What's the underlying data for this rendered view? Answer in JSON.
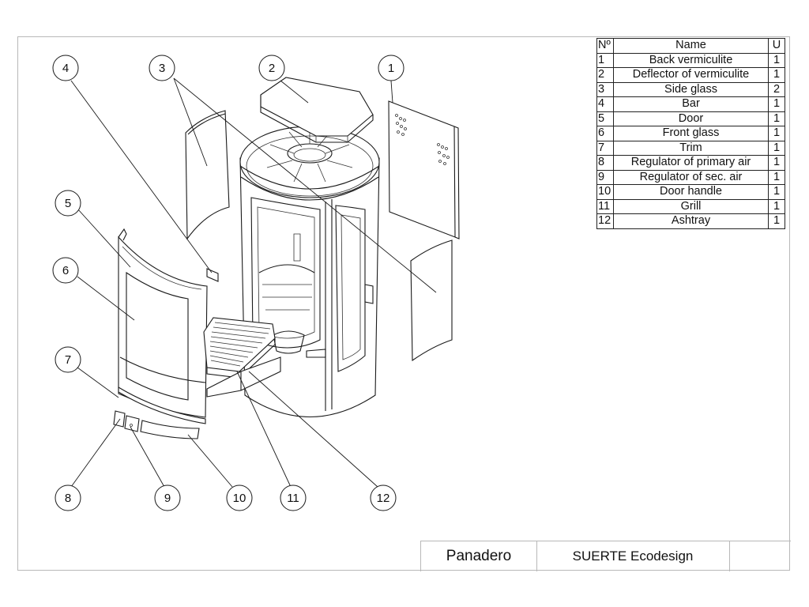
{
  "parts_table": {
    "headers": {
      "number": "Nº",
      "name": "Name",
      "units": "U"
    },
    "rows": [
      {
        "no": "1",
        "name": "Back vermiculite",
        "qty": "1"
      },
      {
        "no": "2",
        "name": "Deflector of vermiculite",
        "qty": "1"
      },
      {
        "no": "3",
        "name": "Side glass",
        "qty": "2"
      },
      {
        "no": "4",
        "name": "Bar",
        "qty": "1"
      },
      {
        "no": "5",
        "name": "Door",
        "qty": "1"
      },
      {
        "no": "6",
        "name": "Front glass",
        "qty": "1"
      },
      {
        "no": "7",
        "name": "Trim",
        "qty": "1"
      },
      {
        "no": "8",
        "name": "Regulator of primary air",
        "qty": "1"
      },
      {
        "no": "9",
        "name": "Regulator of sec. air",
        "qty": "1"
      },
      {
        "no": "10",
        "name": "Door handle",
        "qty": "1"
      },
      {
        "no": "11",
        "name": "Grill",
        "qty": "1"
      },
      {
        "no": "12",
        "name": "Ashtray",
        "qty": "1"
      }
    ]
  },
  "callouts": [
    "1",
    "2",
    "3",
    "4",
    "5",
    "6",
    "7",
    "8",
    "9",
    "10",
    "11",
    "12"
  ],
  "title_block": {
    "brand": "Panadero",
    "model": "SUERTE Ecodesign",
    "extra": ""
  }
}
